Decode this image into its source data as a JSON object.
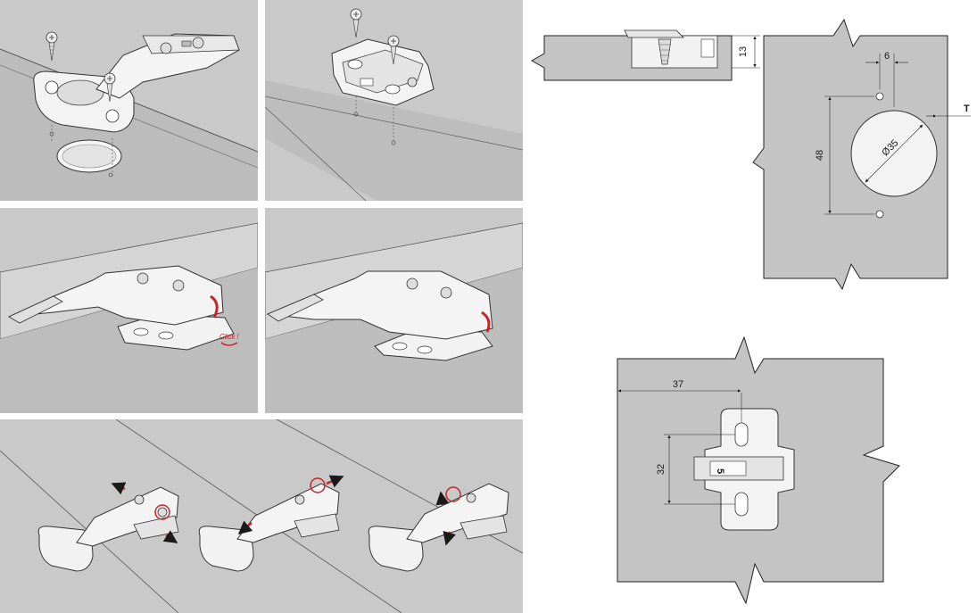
{
  "panels": {
    "step1": {},
    "step2": {},
    "step3": {
      "click_label": "Click !"
    },
    "step4": {},
    "step5": {}
  },
  "drawings": {
    "edge_section": {
      "thickness_label": "13"
    },
    "cup_boring": {
      "offset_label": "6",
      "spacing_label": "48",
      "diameter_label": "Ø35",
      "edge_distance_label": "T"
    },
    "mounting_plate": {
      "setback_label": "37",
      "spacing_label": "32",
      "plate_marking": "5"
    }
  },
  "colors": {
    "panel_gray": "#c8c8c8",
    "board_gray": "#b9b9b9",
    "drawing_gray": "#c4c4c4",
    "line_dark": "#333333",
    "metal_light": "#f2f2f2",
    "arrow_red": "#c8252b"
  }
}
